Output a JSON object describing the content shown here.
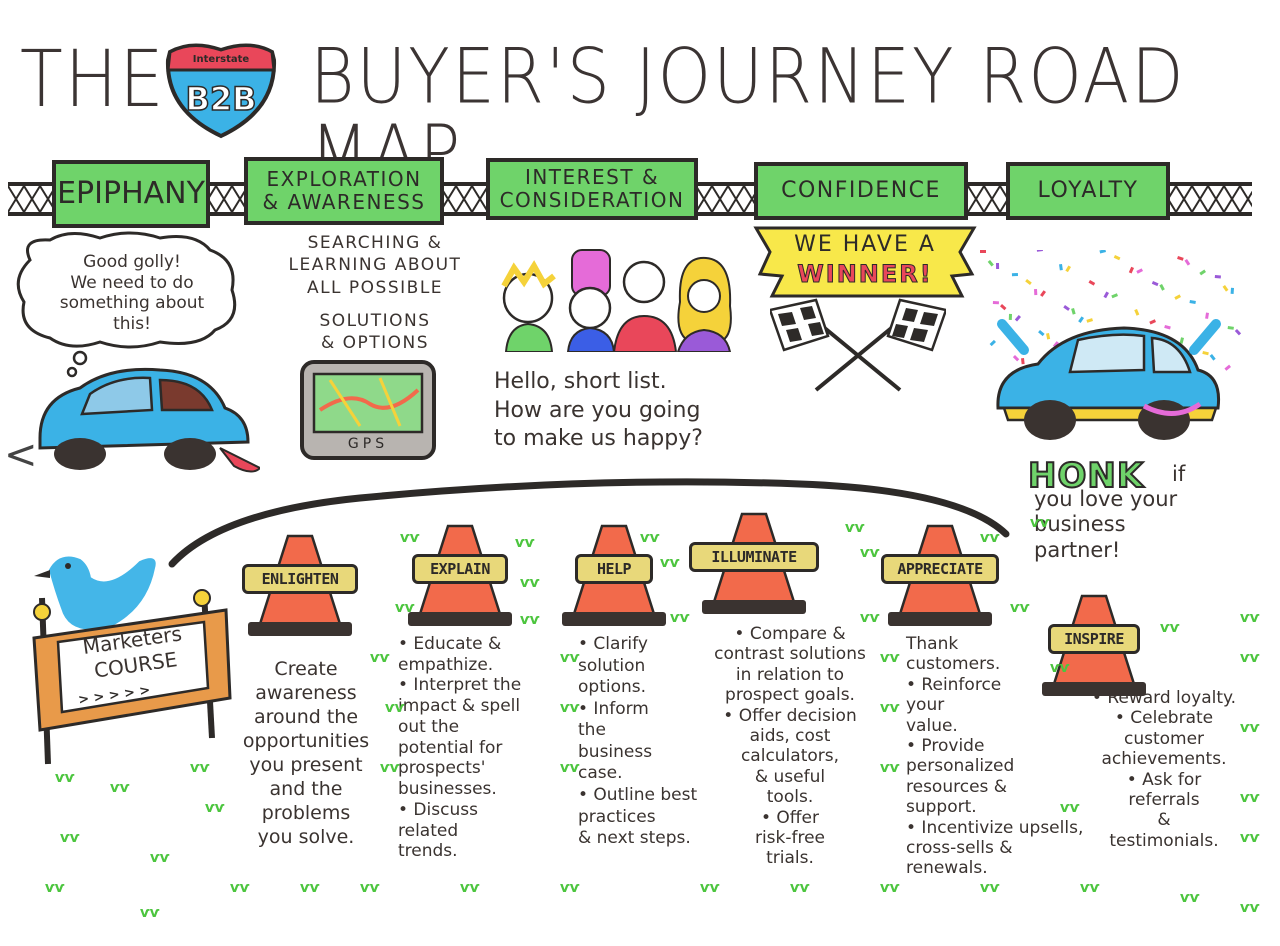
{
  "title": {
    "the": "THE",
    "main": "BUYER'S JOURNEY ROAD MAP",
    "shield_top": "Interstate",
    "shield_main": "B2B"
  },
  "stages": [
    {
      "label": "EPIPHANY"
    },
    {
      "label": "EXPLORATION\n& AWARENESS"
    },
    {
      "label": "INTEREST &\nCONSIDERATION"
    },
    {
      "label": "CONFIDENCE"
    },
    {
      "label": "LOYALTY"
    }
  ],
  "epiphany": {
    "bubble": "Good golly!\nWe need to do\nsomething about\nthis!"
  },
  "exploration": {
    "text1": "SEARCHING &\nLEARNING ABOUT\nALL POSSIBLE",
    "text2": "SOLUTIONS\n& OPTIONS",
    "gps": "GPS"
  },
  "interest": {
    "text": "Hello, short list.\nHow are you going\nto make us happy?"
  },
  "confidence": {
    "banner1": "WE HAVE A",
    "banner2": "WINNER!"
  },
  "loyalty": {
    "honk": "HONK",
    "text": "if\nyou love your\nbusiness\npartner!"
  },
  "marketers": {
    "sign": "Marketers\nCOURSE",
    "arrows": "> > > > >"
  },
  "cones": [
    {
      "label": "ENLIGHTEN",
      "text": "Create\nawareness\naround the\nopportunities\nyou present\nand the\nproblems\nyou solve."
    },
    {
      "label": "EXPLAIN",
      "text": "• Educate &\nempathize.\n• Interpret the\nimpact & spell\nout the\npotential for\nprospects'\nbusinesses.\n• Discuss\nrelated\ntrends."
    },
    {
      "label": "HELP",
      "text": "• Clarify\nsolution\noptions.\n• Inform\nthe\nbusiness\ncase.\n• Outline best\npractices\n& next steps."
    },
    {
      "label": "ILLUMINATE",
      "text": "• Compare &\ncontrast solutions\nin relation to\nprospect goals.\n• Offer decision\naids, cost\ncalculators,\n& useful\ntools.\n• Offer\nrisk-free\ntrials."
    },
    {
      "label": "APPRECIATE",
      "text": "Thank\ncustomers.\n• Reinforce\nyour\nvalue.\n• Provide\npersonalized\nresources &\nsupport.\n• Incentivize upsells,\ncross-sells &\nrenewals."
    },
    {
      "label": "INSPIRE",
      "text": "• Reward loyalty.\n• Celebrate\ncustomer\nachievements.\n• Ask for\nreferrals\n&\ntestimonials."
    }
  ],
  "nav": {
    "prev": "<"
  },
  "colors": {
    "green": "#6fd36a",
    "cone": "#f26a4b",
    "sign": "#e8d87a",
    "car": "#3bb2e6",
    "bird": "#44b6e8",
    "ink": "#2d2a28"
  }
}
